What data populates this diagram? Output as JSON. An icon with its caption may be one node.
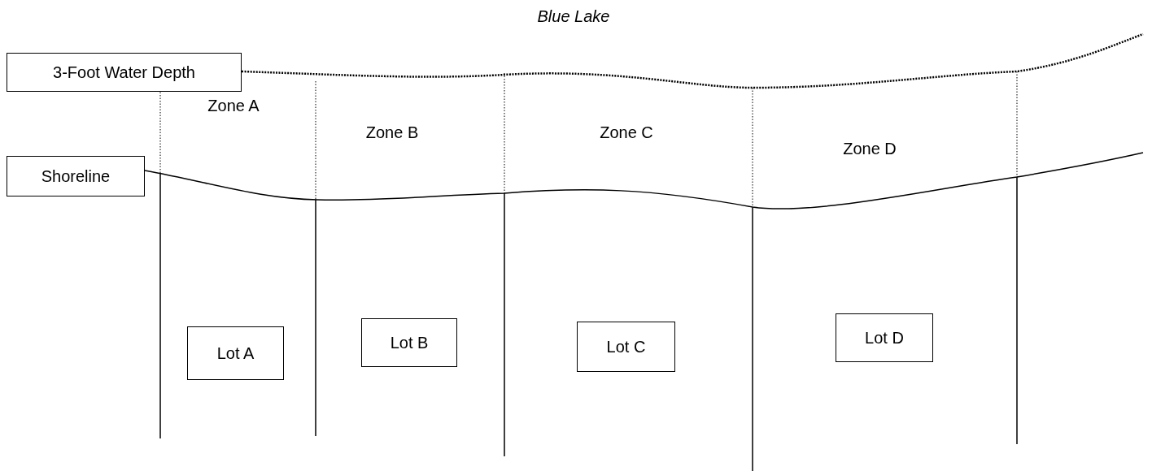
{
  "diagram": {
    "nodes": [
      {
        "text": [
          "3-Foot Water Depth"
        ]
      },
      {
        "text": [
          "Shoreline"
        ]
      },
      {
        "text": [
          "Lot A"
        ]
      },
      {
        "text": [
          "Lot B"
        ]
      },
      {
        "text": [
          "Lot C"
        ]
      },
      {
        "text": [
          "Lot D"
        ]
      }
    ],
    "edges": [
      {
        "from": 0,
        "to": null,
        "arrow": "none",
        "style": "dashed"
      },
      {
        "from": 1,
        "to": null,
        "arrow": "none"
      }
    ],
    "labels": [
      "Blue Lake",
      "Zone A",
      "Zone B",
      "Zone C",
      "Zone D"
    ]
  }
}
